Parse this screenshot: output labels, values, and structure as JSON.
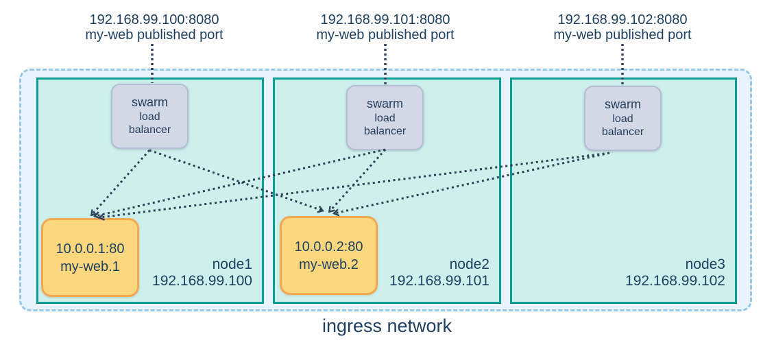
{
  "diagram": {
    "caption": "ingress network",
    "published_ports": [
      {
        "address": "192.168.99.100:8080",
        "label": "my-web published port"
      },
      {
        "address": "192.168.99.101:8080",
        "label": "my-web published port"
      },
      {
        "address": "192.168.99.102:8080",
        "label": "my-web published port"
      }
    ],
    "load_balancer": {
      "line1": "swarm",
      "line2": "load",
      "line3": "balancer"
    },
    "nodes": [
      {
        "name": "node1",
        "ip": "192.168.99.100"
      },
      {
        "name": "node2",
        "ip": "192.168.99.101"
      },
      {
        "name": "node3",
        "ip": "192.168.99.102"
      }
    ],
    "tasks": [
      {
        "address": "10.0.0.1:80",
        "name": "my-web.1"
      },
      {
        "address": "10.0.0.2:80",
        "name": "my-web.2"
      }
    ],
    "connections": [
      {
        "from": "published-port-192.168.99.100:8080",
        "to": "node1-load-balancer"
      },
      {
        "from": "published-port-192.168.99.101:8080",
        "to": "node2-load-balancer"
      },
      {
        "from": "published-port-192.168.99.102:8080",
        "to": "node3-load-balancer"
      },
      {
        "from": "node1-load-balancer",
        "to": "task-my-web.1"
      },
      {
        "from": "node1-load-balancer",
        "to": "task-my-web.2"
      },
      {
        "from": "node2-load-balancer",
        "to": "task-my-web.1"
      },
      {
        "from": "node2-load-balancer",
        "to": "task-my-web.2"
      },
      {
        "from": "node3-load-balancer",
        "to": "task-my-web.1"
      },
      {
        "from": "node3-load-balancer",
        "to": "task-my-web.2"
      }
    ],
    "colors": {
      "text": "#1f4060",
      "line": "#2e4156",
      "node_fill": "#cdf0ec",
      "node_border": "#0b9c93",
      "task_fill": "#fdd77e",
      "task_border": "#f2a952",
      "lb_fill": "#d3d8e7",
      "lb_border": "#b6bdd4",
      "ingress_fill": "#e8f3fb",
      "ingress_border": "#94c8e6"
    }
  }
}
